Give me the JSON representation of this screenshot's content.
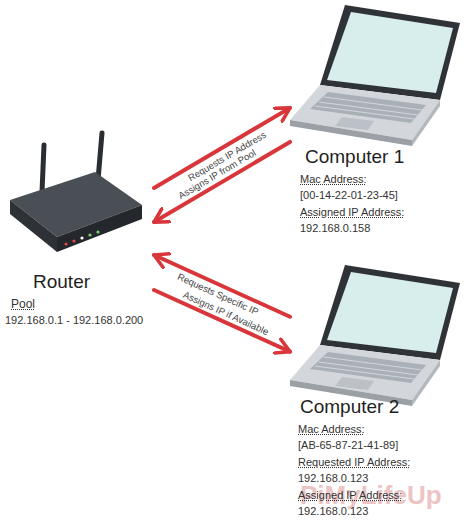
{
  "diagram": {
    "nodes": [
      {
        "text": [
          "Router",
          "Pool",
          "192.168.0.1 - 192.168.0.200"
        ]
      },
      {
        "text": [
          "Computer 1",
          "Mac Address:",
          "[00-14-22-01-23-45]",
          "Assigned IP Address:",
          "192.168.0.158"
        ]
      },
      {
        "text": [
          "Computer 2",
          "Mac Address:",
          "[AB-65-87-21-41-89]",
          "Requested IP Address:",
          "192.168.0.123",
          "Assigned IP Address:",
          "192.168.0.123"
        ]
      }
    ],
    "edges": [
      {
        "from": 0,
        "to": 1,
        "label": "Requests IP Address",
        "arrow": "to"
      },
      {
        "from": 1,
        "to": 0,
        "label": "Assigns IP from Pool",
        "arrow": "to"
      },
      {
        "from": 2,
        "to": 0,
        "label": "Requests Specific IP",
        "arrow": "to"
      },
      {
        "from": 0,
        "to": 2,
        "label": "Assigns IP if Available",
        "arrow": "to"
      }
    ],
    "labels": [
      "PiMyLifeUp"
    ]
  }
}
